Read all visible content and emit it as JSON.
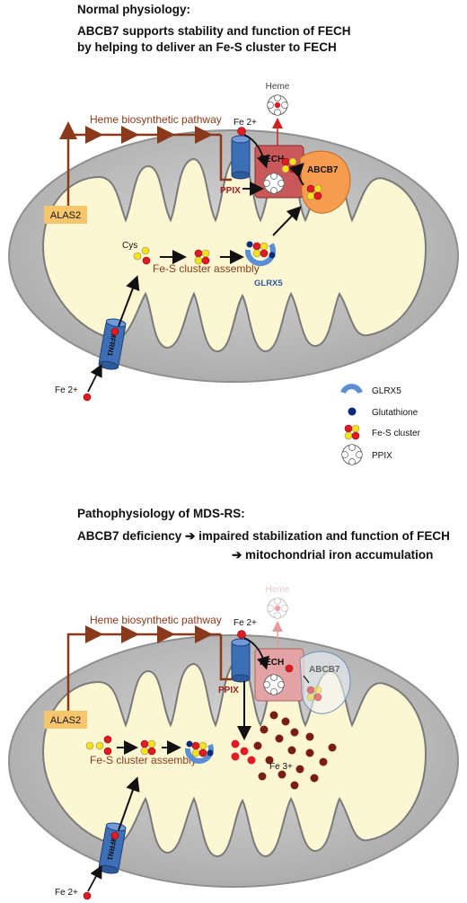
{
  "top": {
    "heading": "Normal physiology:",
    "line1": "ABCB7 supports stability and function of FECH",
    "line2": "by helping to deliver an Fe-S cluster to FECH",
    "pathway": "Heme biosynthetic pathway",
    "alas2": "ALAS2",
    "heme": "Heme",
    "fe_top": "Fe 2+",
    "fe_bottom": "Fe 2+",
    "fech": "FECH",
    "abcb7": "ABCB7",
    "ppix": "PPIX",
    "cys": "Cys",
    "assembly": "Fe-S cluster assembly",
    "glrx5": "GLRX5",
    "mfrn1": "MFRN1"
  },
  "legend": [
    {
      "label": "GLRX5",
      "icon": "glrx5-icon"
    },
    {
      "label": "Glutathione",
      "icon": "glutathione-icon"
    },
    {
      "label": "Fe-S cluster",
      "icon": "fe-s-cluster-icon"
    },
    {
      "label": "PPIX",
      "icon": "ppix-icon"
    }
  ],
  "bottom": {
    "heading": "Pathophysiology of MDS-RS:",
    "line1": "ABCB7 deficiency ➔ impaired stabilization and function of FECH",
    "line2": "➔ mitochondrial iron accumulation",
    "pathway": "Heme biosynthetic pathway",
    "alas2": "ALAS2",
    "heme": "Heme",
    "fe_top": "Fe 2+",
    "fe_bottom": "Fe 2+",
    "fech": "FECH",
    "abcb7": "ABCB7",
    "ppix": "PPIX",
    "assembly": "Fe-S cluster assembly",
    "fe3": "Fe 3+",
    "mfrn1": "MFRN1"
  },
  "colors": {
    "outer_membrane": "#8f8f8f",
    "inner_membrane": "#7a7a7a",
    "matrix": "#fdf6d3",
    "pathway": "#8a3a1a",
    "alas2_box": "#f7c56b",
    "fech": "#c9585a",
    "abcb7": "#f59c4f",
    "transporter": "#3d6fb6",
    "iron": "#e01b24",
    "iron3": "#7a1e14",
    "sulfur": "#f5e21a",
    "glutathione": "#0b2a7a"
  }
}
